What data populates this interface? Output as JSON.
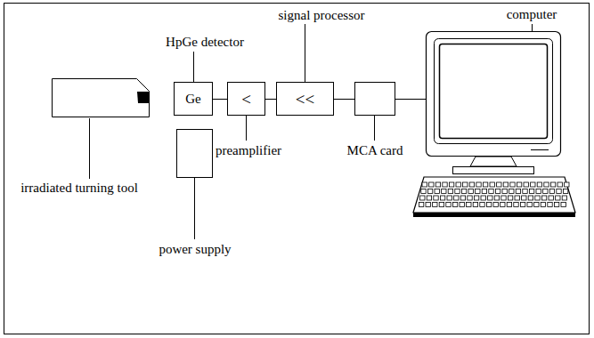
{
  "diagram": {
    "nodes": [
      {
        "text": [
          "irradiated turning tool"
        ]
      },
      {
        "text": [
          "Ge",
          "HpGe detector"
        ]
      },
      {
        "text": [
          "power supply"
        ]
      },
      {
        "text": [
          "<",
          "preamplifier"
        ]
      },
      {
        "text": [
          "<<",
          "signal processor"
        ]
      },
      {
        "text": [
          "MCA card"
        ]
      },
      {
        "text": [
          "computer"
        ]
      }
    ],
    "edges": [
      {
        "from": 1,
        "to": 3,
        "arrow": "none"
      },
      {
        "from": 3,
        "to": 4,
        "arrow": "none"
      },
      {
        "from": 4,
        "to": 5,
        "arrow": "none"
      },
      {
        "from": 5,
        "to": 6,
        "arrow": "none"
      }
    ]
  }
}
